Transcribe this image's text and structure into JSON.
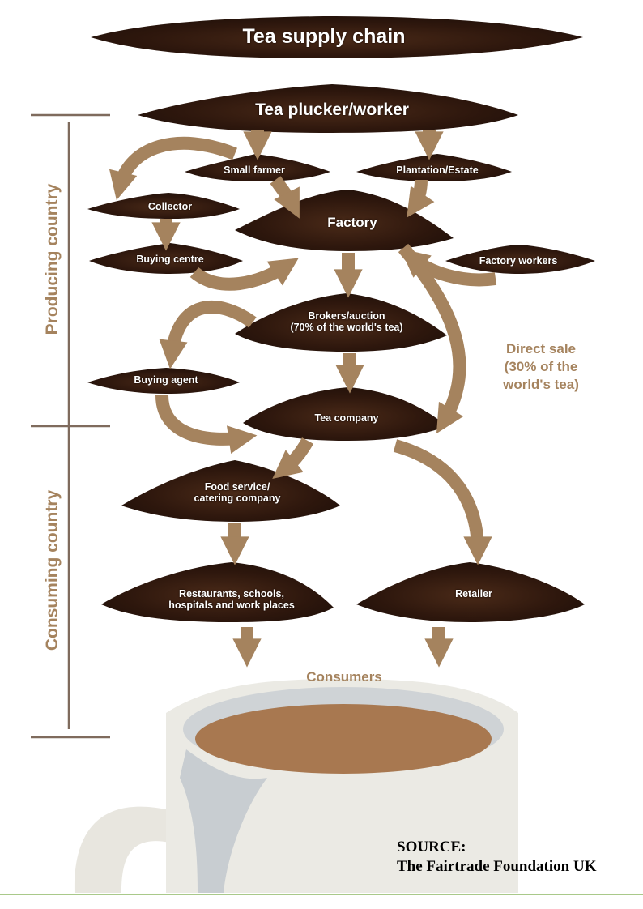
{
  "title": "Tea supply chain",
  "side_labels": {
    "producing": "Producing country",
    "consuming": "Consuming country"
  },
  "nodes": {
    "plucker": "Tea plucker/worker",
    "small_farmer": "Small farmer",
    "plantation": "Plantation/Estate",
    "collector": "Collector",
    "factory": "Factory",
    "buying_centre": "Buying centre",
    "factory_workers": "Factory workers",
    "brokers": "Brokers/auction",
    "brokers_note": "(70% of the world's tea)",
    "buying_agent": "Buying agent",
    "tea_company": "Tea company",
    "food_service": "Food service/ catering company",
    "restaurants": "Restaurants, schools, hospitals and work places",
    "retailer": "Retailer"
  },
  "direct_sale": "Direct sale (30% of the world's tea)",
  "consumers": "Consumers",
  "source": {
    "line1": "SOURCE:",
    "line2": "The Fairtrade Foundation UK"
  },
  "colors": {
    "arrow": "#a5835e",
    "soil": "#3a2014",
    "mug": "#ebeae4",
    "tea": "#a87850",
    "label": "#a5835e"
  }
}
